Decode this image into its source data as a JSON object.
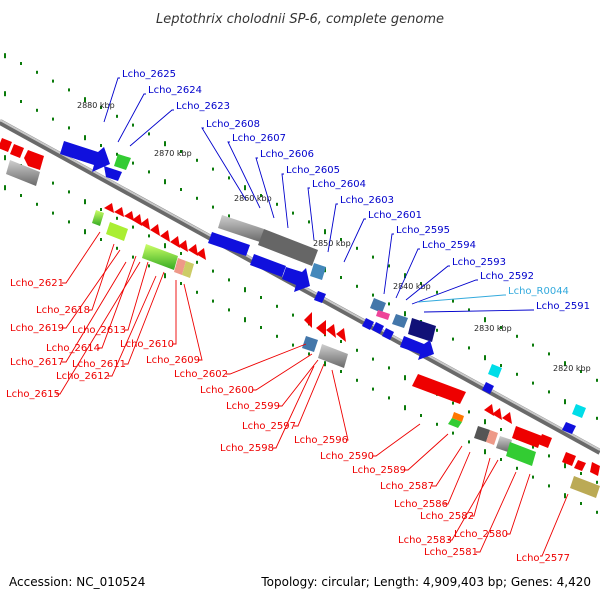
{
  "title": "Leptothrix cholodnii SP-6, complete genome",
  "footer": {
    "accession": "Accession: NC_010524",
    "summary": "Topology: circular; Length: 4,909,403 bp; Genes: 4,420"
  },
  "colors": {
    "forward_label": "#0000cc",
    "reverse_label": "#ee0000",
    "rna_label": "#33aadd",
    "backbone": "#888888",
    "tick": "#0a7a0a"
  },
  "kbp_markers": [
    "2880 kbp",
    "2870 kbp",
    "2860 kbp",
    "2850 kbp",
    "2840 kbp",
    "2830 kbp",
    "2820 kbp"
  ],
  "forward_labels": [
    "Lcho_2625",
    "Lcho_2624",
    "Lcho_2623",
    "Lcho_2608",
    "Lcho_2607",
    "Lcho_2606",
    "Lcho_2605",
    "Lcho_2604",
    "Lcho_2603",
    "Lcho_2601",
    "Lcho_2595",
    "Lcho_2594",
    "Lcho_2593",
    "Lcho_2592",
    "Lcho_R0044",
    "Lcho_2591"
  ],
  "reverse_labels": [
    "Lcho_2621",
    "Lcho_2618",
    "Lcho_2619",
    "Lcho_2614",
    "Lcho_2613",
    "Lcho_2617",
    "Lcho_2611",
    "Lcho_2610",
    "Lcho_2612",
    "Lcho_2615",
    "Lcho_2609",
    "Lcho_2602",
    "Lcho_2600",
    "Lcho_2599",
    "Lcho_2597",
    "Lcho_2598",
    "Lcho_2596",
    "Lcho_2590",
    "Lcho_2589",
    "Lcho_2587",
    "Lcho_2586",
    "Lcho_2582",
    "Lcho_2583",
    "Lcho_2581",
    "Lcho_2580",
    "Lcho_2577"
  ]
}
